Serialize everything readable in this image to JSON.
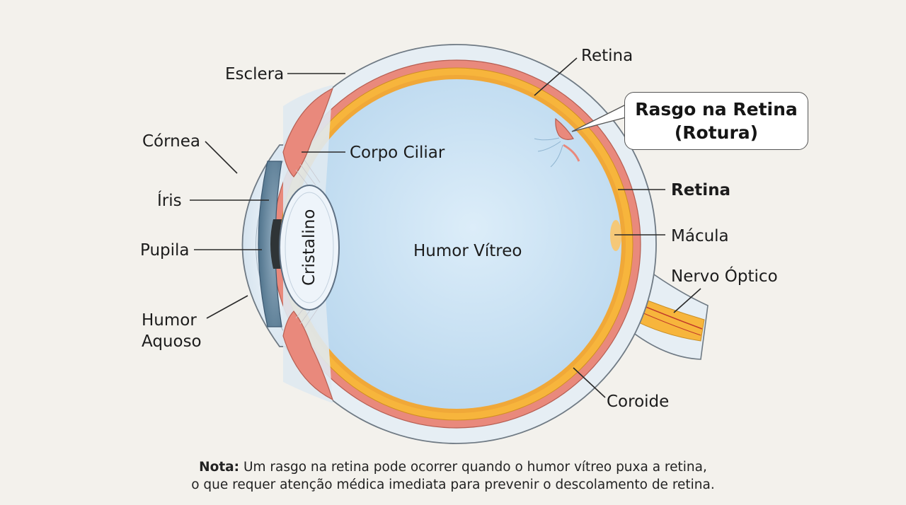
{
  "labels": {
    "esclera": "Esclera",
    "cornea": "Córnea",
    "iris": "Íris",
    "pupila": "Pupila",
    "humor_aquoso_1": "Humor",
    "humor_aquoso_2": "Aquoso",
    "corpo_ciliar": "Corpo Ciliar",
    "cristalino": "Cristalino",
    "humor_vitreo": "Humor Vítreo",
    "retina_top": "Retina",
    "retina_right": "Retina",
    "macula": "Mácula",
    "nervo_optico": "Nervo Óptico",
    "coroide": "Coroide"
  },
  "callout": {
    "line1": "Rasgo na Retina",
    "line2": "(Rotura)"
  },
  "note": {
    "prefix": "Nota:",
    "line1": " Um rasgo na retina pode ocorrer quando o humor vítreo puxa a retina,",
    "line2": "o que requer atenção médica imediata para prevenir o descolamento de retina."
  },
  "colors": {
    "background": "#f3f1ec",
    "sclera": "#e6eef4",
    "choroid": "#e9897c",
    "retina": "#f7b53c",
    "vitreous": "#cfe5f5",
    "iris": "#5b7e96",
    "lens": "#eef4fa"
  }
}
